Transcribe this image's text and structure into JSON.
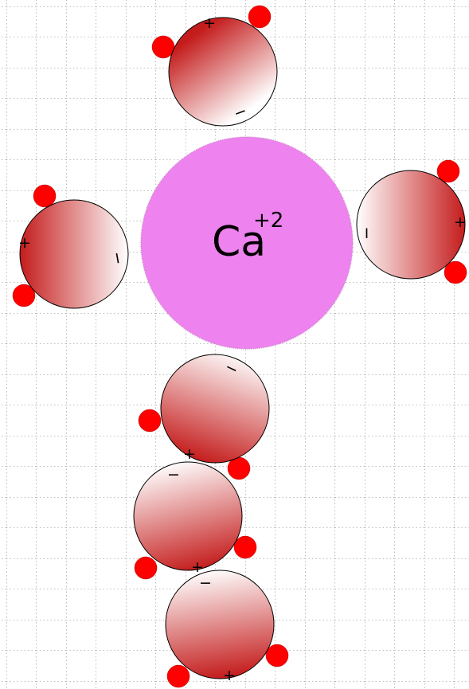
{
  "ion": {
    "symbol": "Ca",
    "charge": "+2",
    "color": "#ee82ee"
  },
  "molecule_style": {
    "body_dark": "#c41c1c",
    "body_light": "#ffffff",
    "hydrogen_color": "#ff0000"
  },
  "charges": {
    "positive": "+",
    "negative": "−",
    "negative_bar": "I"
  },
  "water_molecules": [
    {
      "name": "water-molecule-top"
    },
    {
      "name": "water-molecule-left"
    },
    {
      "name": "water-molecule-right"
    },
    {
      "name": "water-molecule-bottom-1"
    },
    {
      "name": "water-molecule-bottom-2"
    },
    {
      "name": "water-molecule-bottom-3"
    }
  ]
}
